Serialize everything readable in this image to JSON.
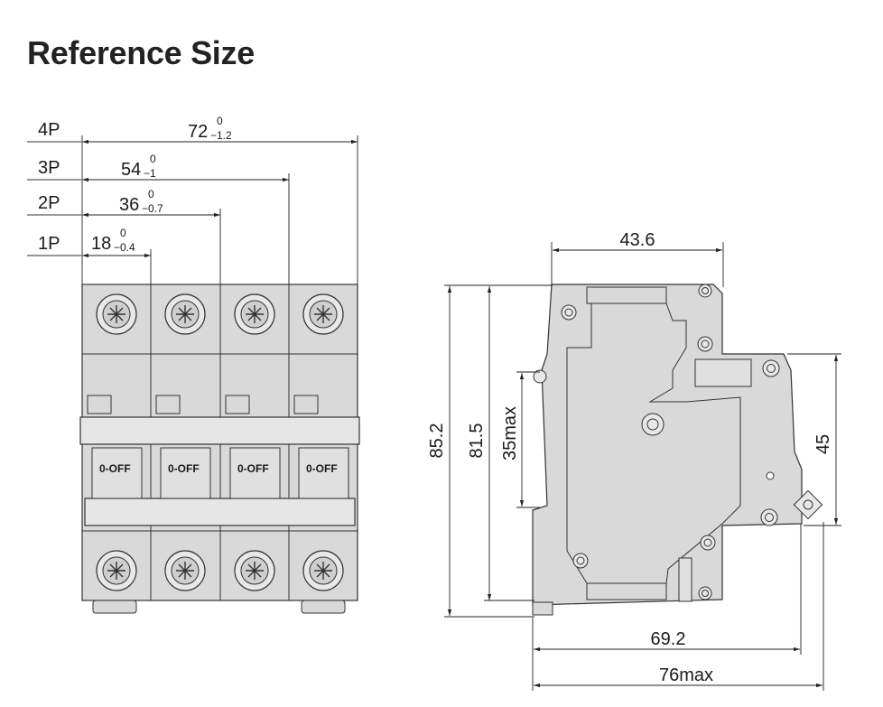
{
  "header": {
    "title": "Reference Size"
  },
  "front_view": {
    "rows": [
      {
        "pole": "4P",
        "value": "72",
        "tol_upper": "0",
        "tol_lower": "−1.2"
      },
      {
        "pole": "3P",
        "value": "54",
        "tol_upper": "0",
        "tol_lower": "−1"
      },
      {
        "pole": "2P",
        "value": "36",
        "tol_upper": "0",
        "tol_lower": "−0.7"
      },
      {
        "pole": "1P",
        "value": "18",
        "tol_upper": "0",
        "tol_lower": "−0.4"
      }
    ],
    "switch_label": "0-OFF"
  },
  "side_view": {
    "width_top": "43.6",
    "height_total": "85.2",
    "height_body": "81.5",
    "rail_height": "35max",
    "front_height": "45",
    "depth_body": "69.2",
    "depth_max": "76max"
  }
}
